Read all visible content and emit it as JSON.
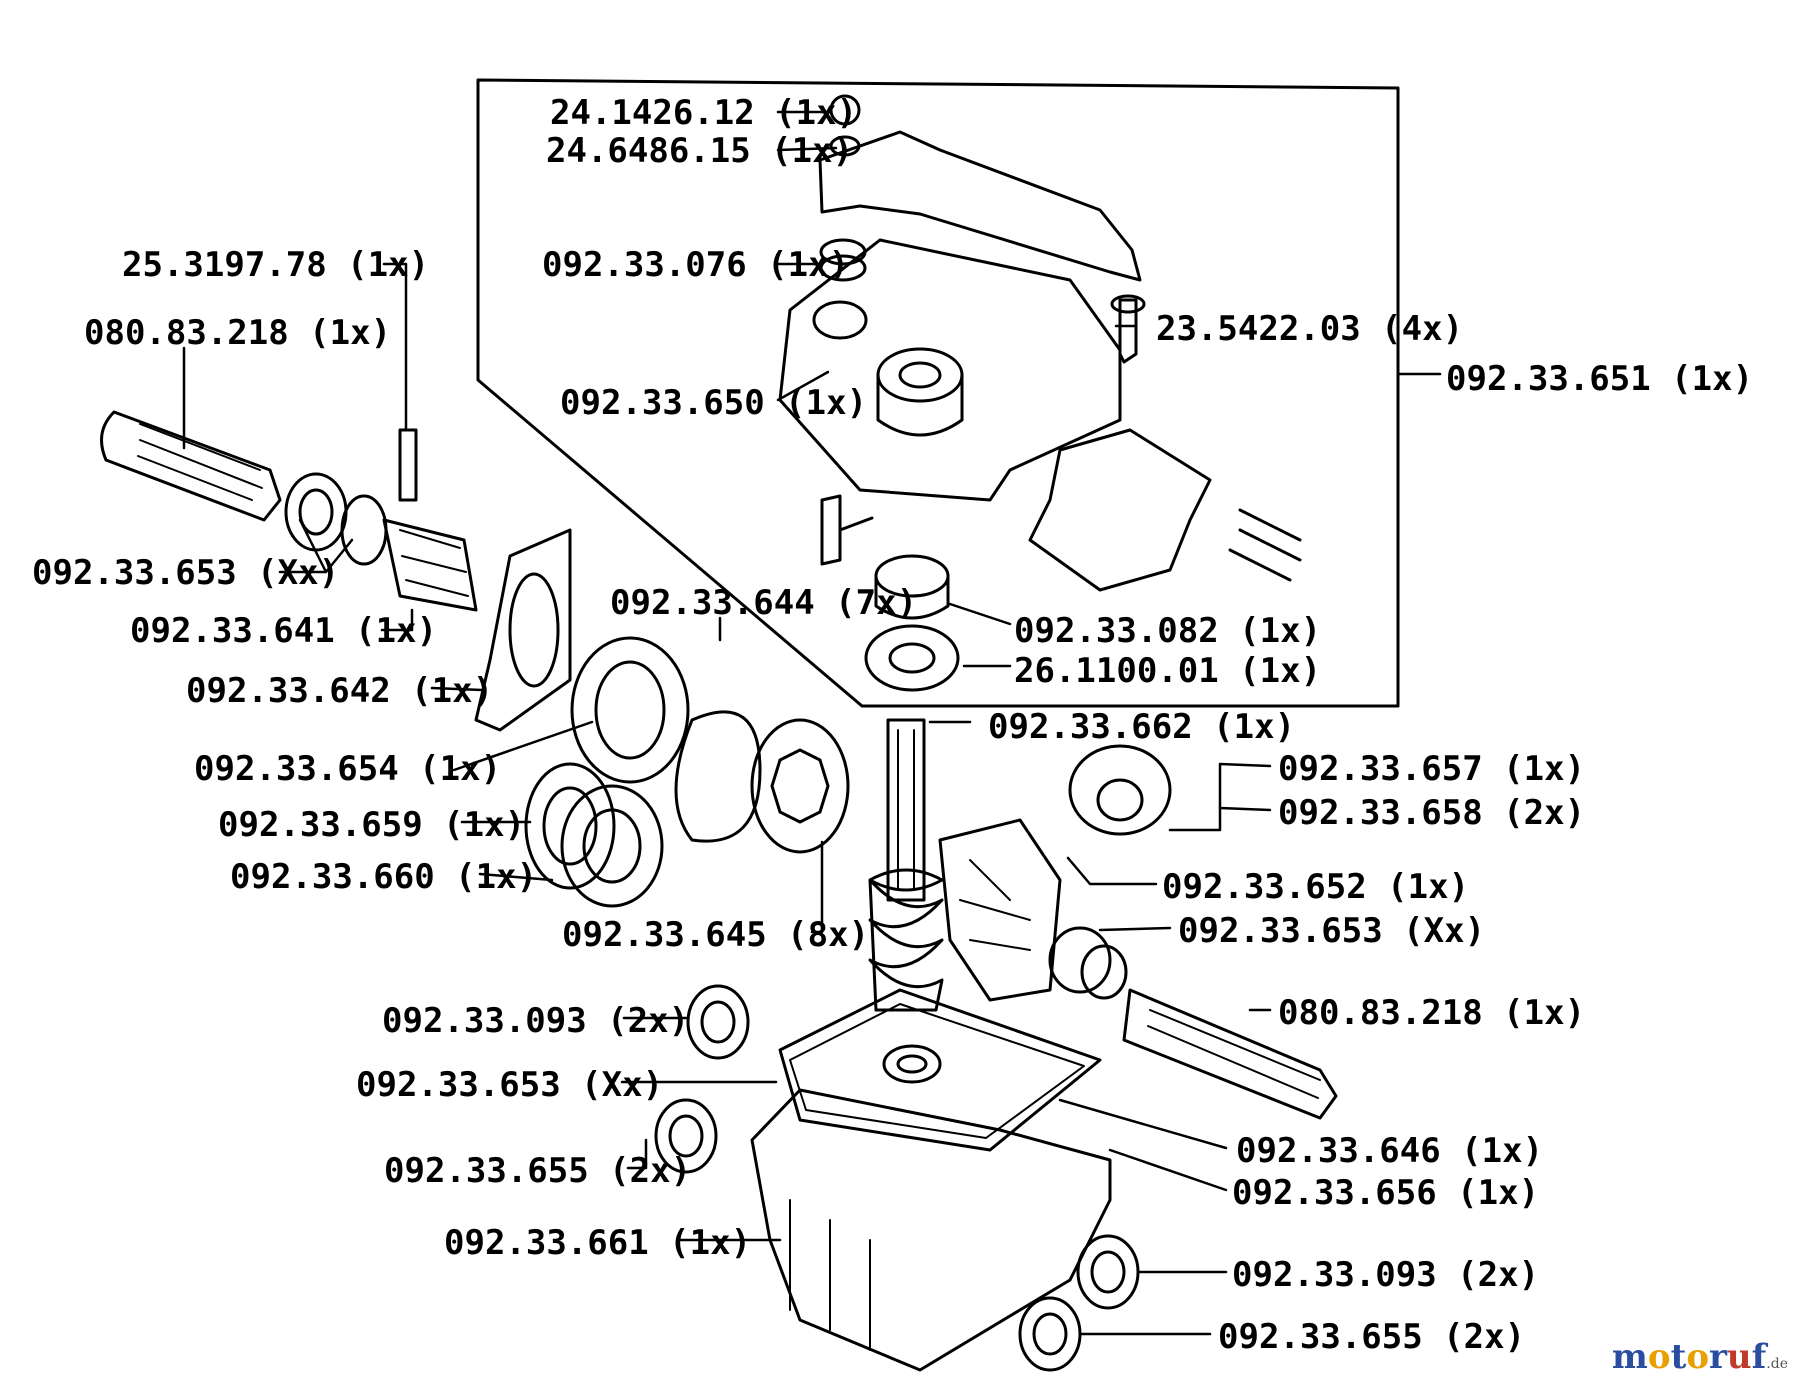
{
  "diagram": {
    "parts": [
      {
        "id": "p01",
        "label": "24.1426.12 (1x)"
      },
      {
        "id": "p02",
        "label": "24.6486.15 (1x)"
      },
      {
        "id": "p03",
        "label": "25.3197.78 (1x)"
      },
      {
        "id": "p04",
        "label": "080.83.218 (1x)"
      },
      {
        "id": "p05",
        "label": "092.33.076 (1x)"
      },
      {
        "id": "p06",
        "label": "23.5422.03 (4x)"
      },
      {
        "id": "p07",
        "label": "092.33.651 (1x)"
      },
      {
        "id": "p08",
        "label": "092.33.650 (1x)"
      },
      {
        "id": "p09",
        "label": "092.33.653 (Xx)"
      },
      {
        "id": "p10",
        "label": "092.33.641 (1x)"
      },
      {
        "id": "p11",
        "label": "092.33.644 (7x)"
      },
      {
        "id": "p12",
        "label": "092.33.082 (1x)"
      },
      {
        "id": "p13",
        "label": "26.1100.01 (1x)"
      },
      {
        "id": "p14",
        "label": "092.33.642 (1x)"
      },
      {
        "id": "p15",
        "label": "092.33.662 (1x)"
      },
      {
        "id": "p16",
        "label": "092.33.654 (1x)"
      },
      {
        "id": "p17",
        "label": "092.33.657 (1x)"
      },
      {
        "id": "p18",
        "label": "092.33.658 (2x)"
      },
      {
        "id": "p19",
        "label": "092.33.659 (1x)"
      },
      {
        "id": "p20",
        "label": "092.33.660 (1x)"
      },
      {
        "id": "p21",
        "label": "092.33.652 (1x)"
      },
      {
        "id": "p22",
        "label": "092.33.645 (8x)"
      },
      {
        "id": "p23",
        "label": "092.33.653 (Xx)"
      },
      {
        "id": "p24",
        "label": "080.83.218 (1x)"
      },
      {
        "id": "p25",
        "label": "092.33.093 (2x)"
      },
      {
        "id": "p26",
        "label": "092.33.653 (Xx)"
      },
      {
        "id": "p27",
        "label": "092.33.646 (1x)"
      },
      {
        "id": "p28",
        "label": "092.33.655 (2x)"
      },
      {
        "id": "p29",
        "label": "092.33.656 (1x)"
      },
      {
        "id": "p30",
        "label": "092.33.661 (1x)"
      },
      {
        "id": "p31",
        "label": "092.33.093 (2x)"
      },
      {
        "id": "p32",
        "label": "092.33.655 (2x)"
      }
    ]
  },
  "watermark": {
    "parts": [
      {
        "text": "m",
        "color": "#2b4da0"
      },
      {
        "text": "o",
        "color": "#e8a000"
      },
      {
        "text": "t",
        "color": "#2b4da0"
      },
      {
        "text": "o",
        "color": "#e8a000"
      },
      {
        "text": "r",
        "color": "#2b4da0"
      },
      {
        "text": "u",
        "color": "#c0392b"
      },
      {
        "text": "f",
        "color": "#2b4da0"
      }
    ],
    "tld": ".de"
  }
}
